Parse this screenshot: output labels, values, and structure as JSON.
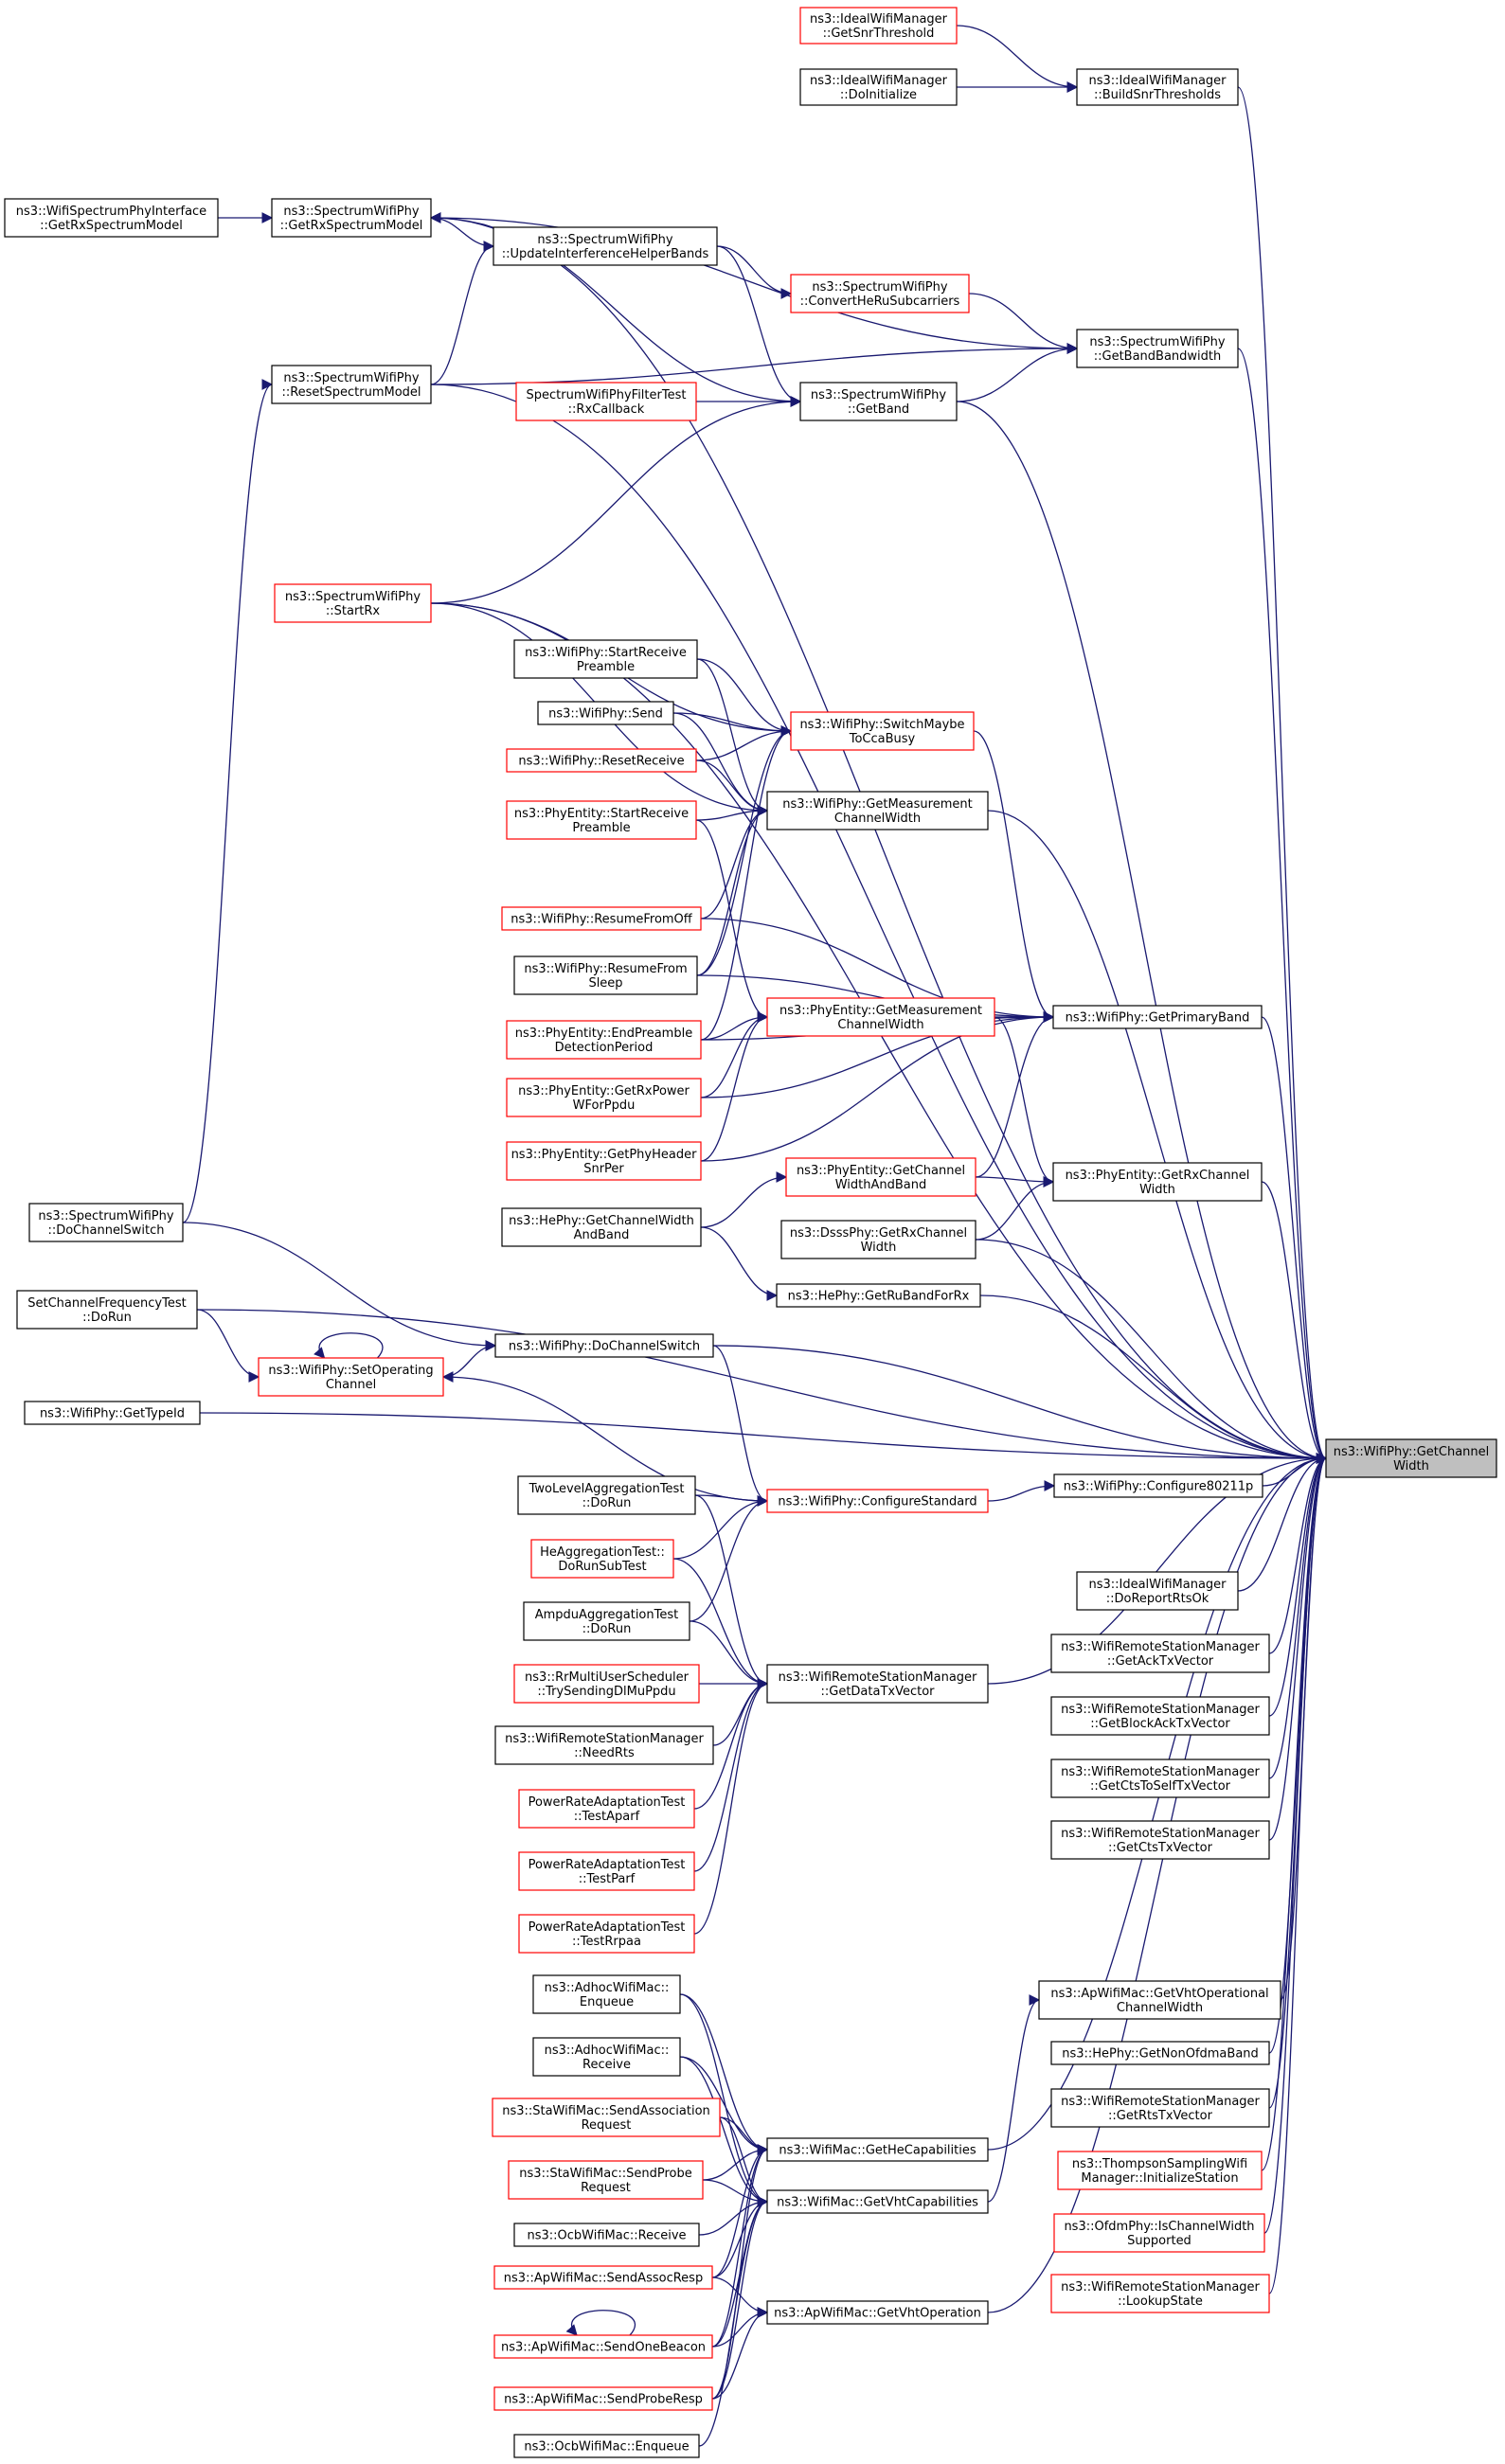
{
  "target": "GetChannelWidth",
  "nodes": {
    "GetChannelWidth": {
      "lines": [
        "ns3::WifiPhy::GetChannel",
        "Width"
      ],
      "style": "focus",
      "interactable": false
    },
    "GetSnrThreshold": {
      "lines": [
        "ns3::IdealWifiManager",
        "::GetSnrThreshold"
      ],
      "style": "red"
    },
    "IdealDoInitialize": {
      "lines": [
        "ns3::IdealWifiManager",
        "::DoInitialize"
      ],
      "style": "black"
    },
    "BuildSnrThresholds": {
      "lines": [
        "ns3::IdealWifiManager",
        "::BuildSnrThresholds"
      ],
      "style": "black"
    },
    "IfaceGetRxSpectrumModel": {
      "lines": [
        "ns3::WifiSpectrumPhyInterface",
        "::GetRxSpectrumModel"
      ],
      "style": "black"
    },
    "GetRxSpectrumModel": {
      "lines": [
        "ns3::SpectrumWifiPhy",
        "::GetRxSpectrumModel"
      ],
      "style": "black"
    },
    "UpdateInterferenceHelperBands": {
      "lines": [
        "ns3::SpectrumWifiPhy",
        "::UpdateInterferenceHelperBands"
      ],
      "style": "black"
    },
    "ConvertHeRuSubcarriers": {
      "lines": [
        "ns3::SpectrumWifiPhy",
        "::ConvertHeRuSubcarriers"
      ],
      "style": "red"
    },
    "GetBandBandwidth": {
      "lines": [
        "ns3::SpectrumWifiPhy",
        "::GetBandBandwidth"
      ],
      "style": "black"
    },
    "ResetSpectrumModel": {
      "lines": [
        "ns3::SpectrumWifiPhy",
        "::ResetSpectrumModel"
      ],
      "style": "black"
    },
    "RxCallback": {
      "lines": [
        "SpectrumWifiPhyFilterTest",
        "::RxCallback"
      ],
      "style": "red"
    },
    "GetBand": {
      "lines": [
        "ns3::SpectrumWifiPhy",
        "::GetBand"
      ],
      "style": "black"
    },
    "SpectrumStartRx": {
      "lines": [
        "ns3::SpectrumWifiPhy",
        "::StartRx"
      ],
      "style": "red"
    },
    "WifiStartReceivePreamble": {
      "lines": [
        "ns3::WifiPhy::StartReceive",
        "Preamble"
      ],
      "style": "black"
    },
    "WifiSend": {
      "lines": [
        "ns3::WifiPhy::Send"
      ],
      "style": "black"
    },
    "SwitchMaybeToCcaBusy": {
      "lines": [
        "ns3::WifiPhy::SwitchMaybe",
        "ToCcaBusy"
      ],
      "style": "red"
    },
    "ResetReceive": {
      "lines": [
        "ns3::WifiPhy::ResetReceive"
      ],
      "style": "red"
    },
    "WifiGetMeasurementChannelWidth": {
      "lines": [
        "ns3::WifiPhy::GetMeasurement",
        "ChannelWidth"
      ],
      "style": "black"
    },
    "PhyEntityStartReceivePreamble": {
      "lines": [
        "ns3::PhyEntity::StartReceive",
        "Preamble"
      ],
      "style": "red"
    },
    "ResumeFromOff": {
      "lines": [
        "ns3::WifiPhy::ResumeFromOff"
      ],
      "style": "red"
    },
    "ResumeFromSleep": {
      "lines": [
        "ns3::WifiPhy::ResumeFrom",
        "Sleep"
      ],
      "style": "black"
    },
    "EndPreambleDetectionPeriod": {
      "lines": [
        "ns3::PhyEntity::EndPreamble",
        "DetectionPeriod"
      ],
      "style": "red"
    },
    "PhyEntityGetMeasurementChannelWidth": {
      "lines": [
        "ns3::PhyEntity::GetMeasurement",
        "ChannelWidth"
      ],
      "style": "red"
    },
    "GetPrimaryBand": {
      "lines": [
        "ns3::WifiPhy::GetPrimaryBand"
      ],
      "style": "black"
    },
    "GetRxPowerWForPpdu": {
      "lines": [
        "ns3::PhyEntity::GetRxPower",
        "WForPpdu"
      ],
      "style": "red"
    },
    "GetPhyHeaderSnrPer": {
      "lines": [
        "ns3::PhyEntity::GetPhyHeader",
        "SnrPer"
      ],
      "style": "red"
    },
    "PhyEntityGetChannelWidthAndBand": {
      "lines": [
        "ns3::PhyEntity::GetChannel",
        "WidthAndBand"
      ],
      "style": "red"
    },
    "PhyEntityGetRxChannelWidth": {
      "lines": [
        "ns3::PhyEntity::GetRxChannel",
        "Width"
      ],
      "style": "black"
    },
    "SpectrumDoChannelSwitch": {
      "lines": [
        "ns3::SpectrumWifiPhy",
        "::DoChannelSwitch"
      ],
      "style": "black"
    },
    "HeGetChannelWidthAndBand": {
      "lines": [
        "ns3::HePhy::GetChannelWidth",
        "AndBand"
      ],
      "style": "black"
    },
    "DsssGetRxChannelWidth": {
      "lines": [
        "ns3::DsssPhy::GetRxChannel",
        "Width"
      ],
      "style": "black"
    },
    "GetRuBandForRx": {
      "lines": [
        "ns3::HePhy::GetRuBandForRx"
      ],
      "style": "black"
    },
    "SetChannelFrequencyTestDoRun": {
      "lines": [
        "SetChannelFrequencyTest",
        "::DoRun"
      ],
      "style": "black"
    },
    "WifiDoChannelSwitch": {
      "lines": [
        "ns3::WifiPhy::DoChannelSwitch"
      ],
      "style": "black"
    },
    "SetOperatingChannel": {
      "lines": [
        "ns3::WifiPhy::SetOperating",
        "Channel"
      ],
      "style": "red"
    },
    "GetTypeId": {
      "lines": [
        "ns3::WifiPhy::GetTypeId"
      ],
      "style": "black"
    },
    "TwoLevelAggregationTest": {
      "lines": [
        "TwoLevelAggregationTest",
        "::DoRun"
      ],
      "style": "black"
    },
    "ConfigureStandard": {
      "lines": [
        "ns3::WifiPhy::ConfigureStandard"
      ],
      "style": "red"
    },
    "Configure80211p": {
      "lines": [
        "ns3::WifiPhy::Configure80211p"
      ],
      "style": "black"
    },
    "HeAggregationTest": {
      "lines": [
        "HeAggregationTest::",
        "DoRunSubTest"
      ],
      "style": "red"
    },
    "AmpduAggregationTest": {
      "lines": [
        "AmpduAggregationTest",
        "::DoRun"
      ],
      "style": "black"
    },
    "DoReportRtsOk": {
      "lines": [
        "ns3::IdealWifiManager",
        "::DoReportRtsOk"
      ],
      "style": "black"
    },
    "GetAckTxVector": {
      "lines": [
        "ns3::WifiRemoteStationManager",
        "::GetAckTxVector"
      ],
      "style": "black"
    },
    "TrySendingDlMuPpdu": {
      "lines": [
        "ns3::RrMultiUserScheduler",
        "::TrySendingDlMuPpdu"
      ],
      "style": "red"
    },
    "GetDataTxVector": {
      "lines": [
        "ns3::WifiRemoteStationManager",
        "::GetDataTxVector"
      ],
      "style": "black"
    },
    "GetBlockAckTxVector": {
      "lines": [
        "ns3::WifiRemoteStationManager",
        "::GetBlockAckTxVector"
      ],
      "style": "black"
    },
    "NeedRts": {
      "lines": [
        "ns3::WifiRemoteStationManager",
        "::NeedRts"
      ],
      "style": "black"
    },
    "GetCtsToSelfTxVector": {
      "lines": [
        "ns3::WifiRemoteStationManager",
        "::GetCtsToSelfTxVector"
      ],
      "style": "black"
    },
    "TestAparf": {
      "lines": [
        "PowerRateAdaptationTest",
        "::TestAparf"
      ],
      "style": "red"
    },
    "GetCtsTxVector": {
      "lines": [
        "ns3::WifiRemoteStationManager",
        "::GetCtsTxVector"
      ],
      "style": "black"
    },
    "TestParf": {
      "lines": [
        "PowerRateAdaptationTest",
        "::TestParf"
      ],
      "style": "red"
    },
    "TestRrpaa": {
      "lines": [
        "PowerRateAdaptationTest",
        "::TestRrpaa"
      ],
      "style": "red"
    },
    "AdhocEnqueue": {
      "lines": [
        "ns3::AdhocWifiMac::",
        "Enqueue"
      ],
      "style": "black"
    },
    "GetVhtOperationalChannelWidth": {
      "lines": [
        "ns3::ApWifiMac::GetVhtOperational",
        "ChannelWidth"
      ],
      "style": "black"
    },
    "AdhocReceive": {
      "lines": [
        "ns3::AdhocWifiMac::",
        "Receive"
      ],
      "style": "black"
    },
    "GetNonOfdmaBand": {
      "lines": [
        "ns3::HePhy::GetNonOfdmaBand"
      ],
      "style": "black"
    },
    "GetRtsTxVector": {
      "lines": [
        "ns3::WifiRemoteStationManager",
        "::GetRtsTxVector"
      ],
      "style": "black"
    },
    "SendAssociationRequest": {
      "lines": [
        "ns3::StaWifiMac::SendAssociation",
        "Request"
      ],
      "style": "red"
    },
    "GetHeCapabilities": {
      "lines": [
        "ns3::WifiMac::GetHeCapabilities"
      ],
      "style": "black"
    },
    "InitializeStation": {
      "lines": [
        "ns3::ThompsonSamplingWifi",
        "Manager::InitializeStation"
      ],
      "style": "red"
    },
    "SendProbeRequest": {
      "lines": [
        "ns3::StaWifiMac::SendProbe",
        "Request"
      ],
      "style": "red"
    },
    "GetVhtCapabilities": {
      "lines": [
        "ns3::WifiMac::GetVhtCapabilities"
      ],
      "style": "black"
    },
    "IsChannelWidthSupported": {
      "lines": [
        "ns3::OfdmPhy::IsChannelWidth",
        "Supported"
      ],
      "style": "red"
    },
    "OcbReceive": {
      "lines": [
        "ns3::OcbWifiMac::Receive"
      ],
      "style": "black"
    },
    "SendAssocResp": {
      "lines": [
        "ns3::ApWifiMac::SendAssocResp"
      ],
      "style": "red"
    },
    "GetVhtOperation": {
      "lines": [
        "ns3::ApWifiMac::GetVhtOperation"
      ],
      "style": "black"
    },
    "LookupState": {
      "lines": [
        "ns3::WifiRemoteStationManager",
        "::LookupState"
      ],
      "style": "red"
    },
    "SendOneBeacon": {
      "lines": [
        "ns3::ApWifiMac::SendOneBeacon"
      ],
      "style": "red"
    },
    "SendProbeResp": {
      "lines": [
        "ns3::ApWifiMac::SendProbeResp"
      ],
      "style": "red"
    },
    "OcbEnqueue": {
      "lines": [
        "ns3::OcbWifiMac::Enqueue"
      ],
      "style": "black"
    }
  },
  "edges": [
    [
      "BuildSnrThresholds",
      "GetSnrThreshold"
    ],
    [
      "BuildSnrThresholds",
      "IdealDoInitialize"
    ],
    [
      "GetChannelWidth",
      "BuildSnrThresholds"
    ],
    [
      "GetChannelWidth",
      "GetRxSpectrumModel"
    ],
    [
      "GetRxSpectrumModel",
      "IfaceGetRxSpectrumModel"
    ],
    [
      "GetRxSpectrumModel",
      "UpdateInterferenceHelperBands"
    ],
    [
      "GetRxSpectrumModel",
      "GetBand"
    ],
    [
      "GetBandBandwidth",
      "GetRxSpectrumModel"
    ],
    [
      "UpdateInterferenceHelperBands",
      "ResetSpectrumModel"
    ],
    [
      "ConvertHeRuSubcarriers",
      "UpdateInterferenceHelperBands"
    ],
    [
      "GetBand",
      "UpdateInterferenceHelperBands"
    ],
    [
      "GetBandBandwidth",
      "ConvertHeRuSubcarriers"
    ],
    [
      "GetBandBandwidth",
      "ResetSpectrumModel"
    ],
    [
      "GetBandBandwidth",
      "GetBand"
    ],
    [
      "GetChannelWidth",
      "GetBandBandwidth"
    ],
    [
      "GetBand",
      "RxCallback"
    ],
    [
      "GetBand",
      "SpectrumStartRx"
    ],
    [
      "GetChannelWidth",
      "GetBand"
    ],
    [
      "GetChannelWidth",
      "ResetSpectrumModel"
    ],
    [
      "ResetSpectrumModel",
      "SpectrumDoChannelSwitch"
    ],
    [
      "GetChannelWidth",
      "SpectrumStartRx"
    ],
    [
      "SwitchMaybeToCcaBusy",
      "SpectrumStartRx"
    ],
    [
      "SwitchMaybeToCcaBusy",
      "WifiStartReceivePreamble"
    ],
    [
      "SwitchMaybeToCcaBusy",
      "WifiSend"
    ],
    [
      "SwitchMaybeToCcaBusy",
      "ResetReceive"
    ],
    [
      "SwitchMaybeToCcaBusy",
      "ResumeFromSleep"
    ],
    [
      "SwitchMaybeToCcaBusy",
      "EndPreambleDetectionPeriod"
    ],
    [
      "WifiGetMeasurementChannelWidth",
      "WifiStartReceivePreamble"
    ],
    [
      "WifiGetMeasurementChannelWidth",
      "WifiSend"
    ],
    [
      "WifiGetMeasurementChannelWidth",
      "ResetReceive"
    ],
    [
      "WifiGetMeasurementChannelWidth",
      "PhyEntityStartReceivePreamble"
    ],
    [
      "WifiGetMeasurementChannelWidth",
      "ResumeFromOff"
    ],
    [
      "WifiGetMeasurementChannelWidth",
      "ResumeFromSleep"
    ],
    [
      "WifiGetMeasurementChannelWidth",
      "SpectrumStartRx"
    ],
    [
      "GetChannelWidth",
      "WifiGetMeasurementChannelWidth"
    ],
    [
      "GetPrimaryBand",
      "SwitchMaybeToCcaBusy"
    ],
    [
      "GetPrimaryBand",
      "ResumeFromOff"
    ],
    [
      "GetPrimaryBand",
      "ResumeFromSleep"
    ],
    [
      "GetPrimaryBand",
      "EndPreambleDetectionPeriod"
    ],
    [
      "GetPrimaryBand",
      "GetRxPowerWForPpdu"
    ],
    [
      "GetPrimaryBand",
      "GetPhyHeaderSnrPer"
    ],
    [
      "GetPrimaryBand",
      "PhyEntityGetChannelWidthAndBand"
    ],
    [
      "GetPrimaryBand",
      "PhyEntityGetMeasurementChannelWidth"
    ],
    [
      "PhyEntityGetMeasurementChannelWidth",
      "EndPreambleDetectionPeriod"
    ],
    [
      "PhyEntityGetMeasurementChannelWidth",
      "GetRxPowerWForPpdu"
    ],
    [
      "PhyEntityGetMeasurementChannelWidth",
      "GetPhyHeaderSnrPer"
    ],
    [
      "PhyEntityGetMeasurementChannelWidth",
      "PhyEntityStartReceivePreamble"
    ],
    [
      "GetChannelWidth",
      "GetPrimaryBand"
    ],
    [
      "PhyEntityGetRxChannelWidth",
      "PhyEntityGetChannelWidthAndBand"
    ],
    [
      "PhyEntityGetRxChannelWidth",
      "PhyEntityGetMeasurementChannelWidth"
    ],
    [
      "PhyEntityGetRxChannelWidth",
      "DsssGetRxChannelWidth"
    ],
    [
      "PhyEntityGetChannelWidthAndBand",
      "HeGetChannelWidthAndBand"
    ],
    [
      "GetChannelWidth",
      "PhyEntityGetRxChannelWidth"
    ],
    [
      "GetChannelWidth",
      "DsssGetRxChannelWidth"
    ],
    [
      "GetChannelWidth",
      "GetRuBandForRx"
    ],
    [
      "GetRuBandForRx",
      "HeGetChannelWidthAndBand"
    ],
    [
      "GetChannelWidth",
      "SetChannelFrequencyTestDoRun"
    ],
    [
      "GetChannelWidth",
      "WifiDoChannelSwitch"
    ],
    [
      "WifiDoChannelSwitch",
      "SpectrumDoChannelSwitch"
    ],
    [
      "WifiDoChannelSwitch",
      "SetOperatingChannel"
    ],
    [
      "SetOperatingChannel",
      "SetChannelFrequencyTestDoRun"
    ],
    [
      "SetOperatingChannel",
      "ConfigureStandard"
    ],
    [
      "GetChannelWidth",
      "GetTypeId"
    ],
    [
      "GetChannelWidth",
      "Configure80211p"
    ],
    [
      "Configure80211p",
      "ConfigureStandard"
    ],
    [
      "ConfigureStandard",
      "WifiDoChannelSwitch"
    ],
    [
      "ConfigureStandard",
      "TwoLevelAggregationTest"
    ],
    [
      "ConfigureStandard",
      "HeAggregationTest"
    ],
    [
      "ConfigureStandard",
      "AmpduAggregationTest"
    ],
    [
      "GetChannelWidth",
      "GetDataTxVector"
    ],
    [
      "GetDataTxVector",
      "TwoLevelAggregationTest"
    ],
    [
      "GetDataTxVector",
      "HeAggregationTest"
    ],
    [
      "GetDataTxVector",
      "AmpduAggregationTest"
    ],
    [
      "GetDataTxVector",
      "TrySendingDlMuPpdu"
    ],
    [
      "GetDataTxVector",
      "NeedRts"
    ],
    [
      "GetDataTxVector",
      "TestAparf"
    ],
    [
      "GetDataTxVector",
      "TestParf"
    ],
    [
      "GetDataTxVector",
      "TestRrpaa"
    ],
    [
      "GetChannelWidth",
      "DoReportRtsOk"
    ],
    [
      "GetChannelWidth",
      "GetAckTxVector"
    ],
    [
      "GetChannelWidth",
      "GetBlockAckTxVector"
    ],
    [
      "GetChannelWidth",
      "GetCtsToSelfTxVector"
    ],
    [
      "GetChannelWidth",
      "GetCtsTxVector"
    ],
    [
      "GetChannelWidth",
      "GetHeCapabilities"
    ],
    [
      "GetChannelWidth",
      "GetVhtOperationalChannelWidth"
    ],
    [
      "GetVhtOperationalChannelWidth",
      "GetVhtCapabilities"
    ],
    [
      "GetChannelWidth",
      "GetNonOfdmaBand"
    ],
    [
      "GetChannelWidth",
      "GetRtsTxVector"
    ],
    [
      "GetChannelWidth",
      "InitializeStation"
    ],
    [
      "GetChannelWidth",
      "IsChannelWidthSupported"
    ],
    [
      "GetChannelWidth",
      "LookupState"
    ],
    [
      "GetChannelWidth",
      "GetVhtOperation"
    ],
    [
      "GetHeCapabilities",
      "AdhocEnqueue"
    ],
    [
      "GetHeCapabilities",
      "AdhocReceive"
    ],
    [
      "GetHeCapabilities",
      "SendAssociationRequest"
    ],
    [
      "GetHeCapabilities",
      "SendProbeRequest"
    ],
    [
      "GetHeCapabilities",
      "SendAssocResp"
    ],
    [
      "GetHeCapabilities",
      "SendOneBeacon"
    ],
    [
      "GetHeCapabilities",
      "SendProbeResp"
    ],
    [
      "GetVhtCapabilities",
      "AdhocEnqueue"
    ],
    [
      "GetVhtCapabilities",
      "AdhocReceive"
    ],
    [
      "GetVhtCapabilities",
      "SendAssociationRequest"
    ],
    [
      "GetVhtCapabilities",
      "SendProbeRequest"
    ],
    [
      "GetVhtCapabilities",
      "OcbReceive"
    ],
    [
      "GetVhtCapabilities",
      "SendAssocResp"
    ],
    [
      "GetVhtCapabilities",
      "SendOneBeacon"
    ],
    [
      "GetVhtCapabilities",
      "SendProbeResp"
    ],
    [
      "GetVhtCapabilities",
      "OcbEnqueue"
    ],
    [
      "GetVhtOperation",
      "SendAssocResp"
    ],
    [
      "GetVhtOperation",
      "SendOneBeacon"
    ],
    [
      "GetVhtOperation",
      "SendProbeResp"
    ],
    [
      "SetOperatingChannel",
      "SetOperatingChannel"
    ],
    [
      "SendOneBeacon",
      "SendOneBeacon"
    ]
  ]
}
